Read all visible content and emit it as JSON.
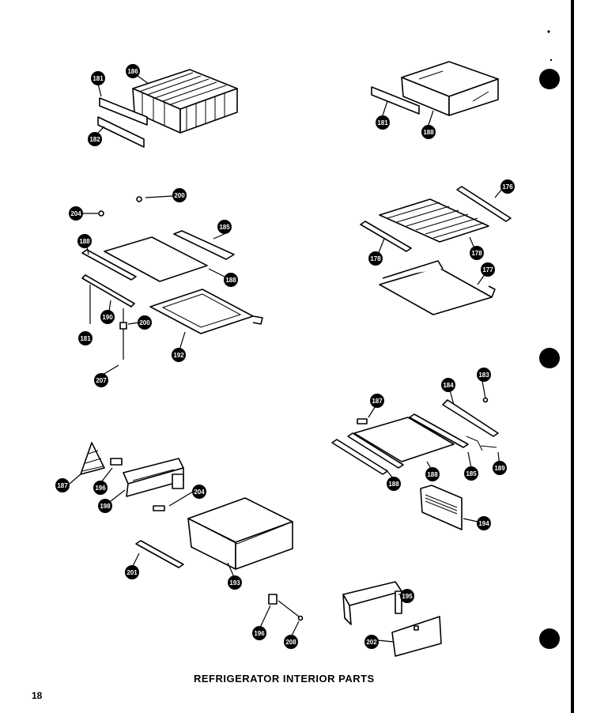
{
  "page": {
    "title": "REFRIGERATOR INTERIOR PARTS",
    "page_number": "18"
  },
  "callouts": {
    "c101a": "181",
    "c186a": "186",
    "c182a": "182",
    "c181b": "181",
    "c188b": "188",
    "c200": "200",
    "c204": "204",
    "c185a": "185",
    "c188c": "188",
    "c188d": "188",
    "c190": "190",
    "c200b": "200",
    "c181c": "181",
    "c192": "192",
    "c207": "207",
    "c176a": "176",
    "c178a": "178",
    "c178b": "178",
    "c177": "177",
    "c183": "183",
    "c184a": "184",
    "c187a": "187",
    "c188e": "188",
    "c188f": "188",
    "c185b": "185",
    "c189": "189",
    "c194": "194",
    "c187b": "187",
    "c196a": "196",
    "c198": "198",
    "c204b": "204",
    "c201": "201",
    "c193": "193",
    "c195": "195",
    "c196b": "196",
    "c208": "208",
    "c202": "202"
  }
}
